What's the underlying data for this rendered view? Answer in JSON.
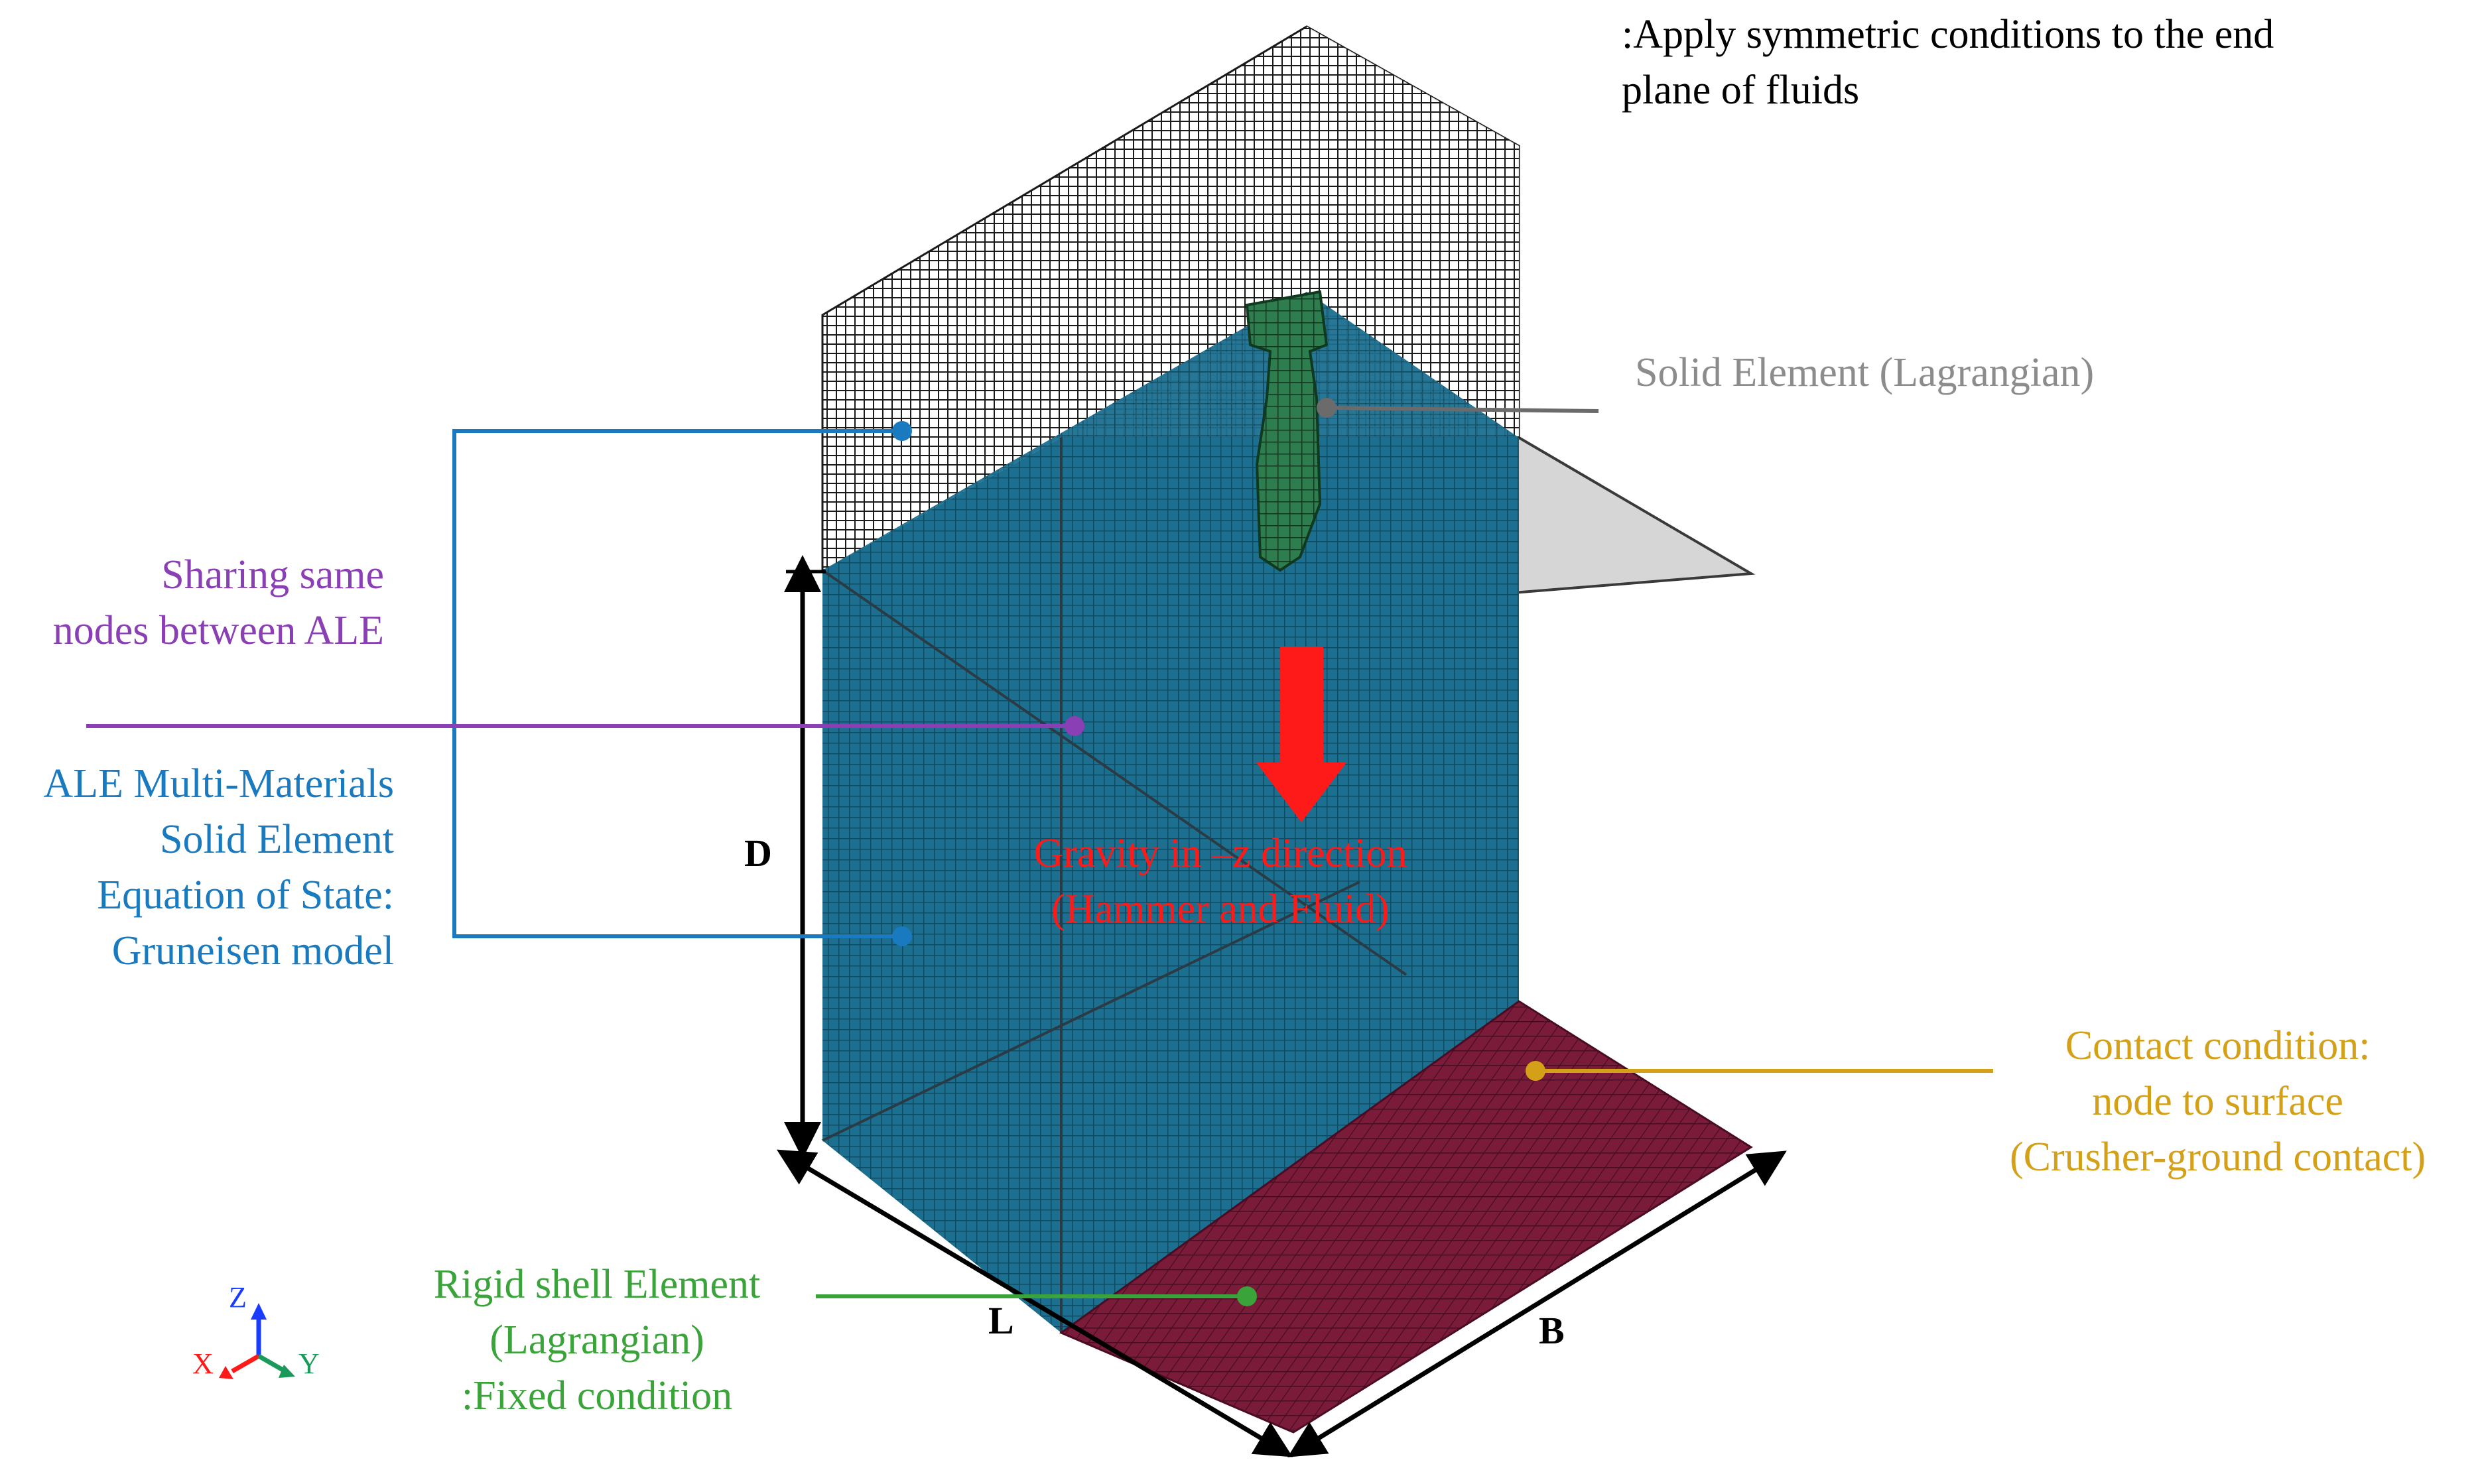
{
  "colors": {
    "background": "#ffffff",
    "black_mesh": "#1a1a1a",
    "blue_mesh": "#1d6f8f",
    "blue_mesh_line": "#0a4c66",
    "rigid_shell": "#7a1b3a",
    "rigid_shell_line": "#4a0c22",
    "hammer": "#2e7d4f",
    "symmetry_plane": "#d6d6d6",
    "gray_label": "#8c8c8c",
    "purple_label": "#8b3fb5",
    "blue_label": "#1a7abf",
    "red_label": "#ff1a1a",
    "orange_label": "#d4a017",
    "green_label": "#3aa43a"
  },
  "labels": {
    "symmetry": [
      ":Apply symmetric conditions to the end",
      "plane of fluids"
    ],
    "solid_element": "Solid Element (Lagrangian)",
    "sharing": [
      "Sharing same",
      "nodes between ALE"
    ],
    "ale": [
      "ALE Multi-Materials",
      "Solid Element",
      "Equation  of State:",
      "Gruneisen model"
    ],
    "gravity": [
      "Gravity in –z direction",
      "(Hammer and Fluid)"
    ],
    "contact": [
      "Contact condition:",
      "node to surface",
      "(Crusher-ground contact)"
    ],
    "rigid": [
      "Rigid shell Element",
      "(Lagrangian)",
      ":Fixed condition"
    ],
    "dim_d": "D",
    "dim_l": "L",
    "dim_b": "B"
  },
  "axes": {
    "z": "Z",
    "x": "X",
    "y": "Y",
    "icon": "xyz-triad-icon"
  }
}
